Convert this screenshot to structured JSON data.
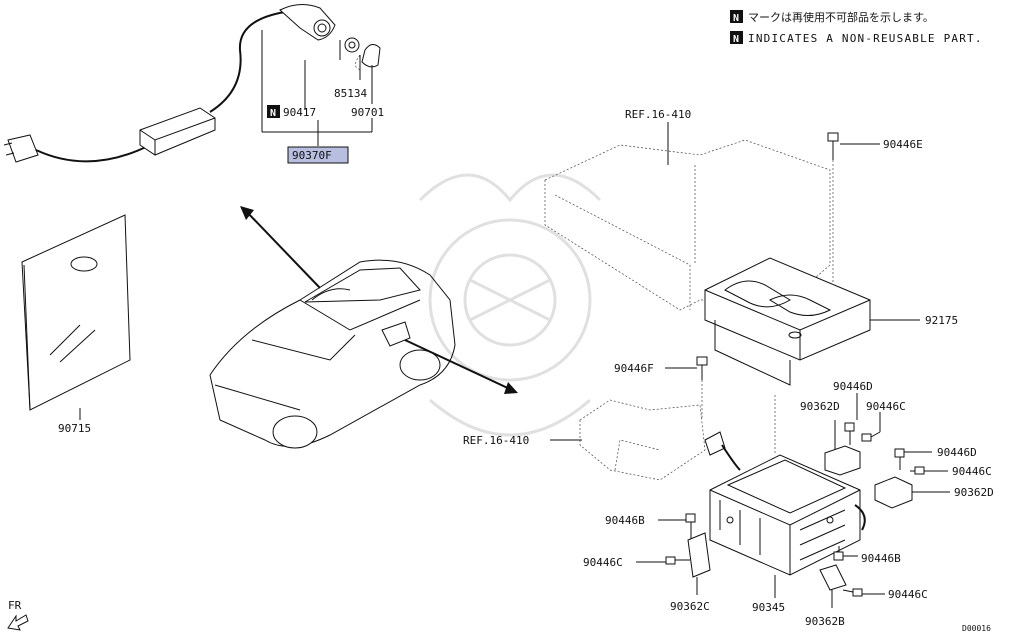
{
  "legend": {
    "n_symbol": "N",
    "japanese_note": "マークは再使用不可部品を示します。",
    "english_note": "INDICATES A NON-REUSABLE PART."
  },
  "labels": {
    "ref_top": "REF.16-410",
    "ref_mid": "REF.16-410",
    "p90446E": "90446E",
    "p92175": "92175",
    "p90446F": "90446F",
    "p90446D_top": "90446D",
    "p90362D_left": "90362D",
    "p90446C_top": "90446C",
    "p90446D_right": "90446D",
    "p90446C_right": "90446C",
    "p90362D_right": "90362D",
    "p90446B_left": "90446B",
    "p90446C_left": "90446C",
    "p90446B_right": "90446B",
    "p90446C_bottom": "90446C",
    "p90362C": "90362C",
    "p90345": "90345",
    "p90362B": "90362B",
    "p85134": "85134",
    "p90417": "90417",
    "p90701": "90701",
    "p90370F": "90370F",
    "p90715": "90715",
    "fr": "FR",
    "diagram_id": "D00016"
  }
}
